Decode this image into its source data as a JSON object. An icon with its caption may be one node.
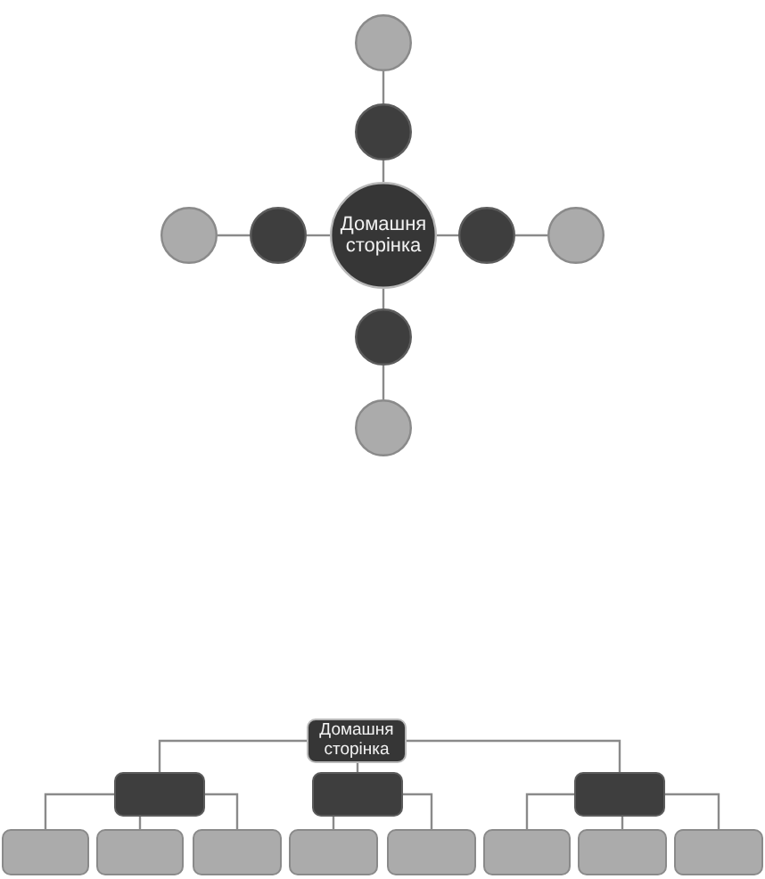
{
  "diagram": {
    "nodes": [
      {
        "text": [],
        "shape": "circle"
      },
      {
        "text": [],
        "shape": "circle"
      },
      {
        "text": [],
        "shape": "circle"
      },
      {
        "text": [],
        "shape": "circle"
      },
      {
        "text": [
          "Домашня сторінка"
        ]
      },
      {
        "text": [],
        "shape": "circle"
      },
      {
        "text": [],
        "shape": "circle"
      },
      {
        "text": [],
        "shape": "circle"
      },
      {
        "text": [],
        "shape": "circle"
      },
      {
        "text": [
          "Домашня сторінка"
        ]
      },
      {
        "text": [],
        "shape": "box"
      },
      {
        "text": [],
        "shape": "box"
      },
      {
        "text": [],
        "shape": "box"
      },
      {
        "text": [],
        "shape": "box"
      },
      {
        "text": [],
        "shape": "box"
      },
      {
        "text": [],
        "shape": "box"
      },
      {
        "text": [],
        "shape": "box"
      },
      {
        "text": [],
        "shape": "box"
      },
      {
        "text": [],
        "shape": "box"
      },
      {
        "text": [],
        "shape": "box"
      },
      {
        "text": [],
        "shape": "box"
      }
    ],
    "edges": [
      {
        "from": 4,
        "to": 1,
        "arrow": "none"
      },
      {
        "from": 1,
        "to": 0,
        "arrow": "none"
      },
      {
        "from": 4,
        "to": 3,
        "arrow": "none"
      },
      {
        "from": 3,
        "to": 2,
        "arrow": "none"
      },
      {
        "from": 4,
        "to": 5,
        "arrow": "none"
      },
      {
        "from": 5,
        "to": 6,
        "arrow": "none"
      },
      {
        "from": 4,
        "to": 7,
        "arrow": "none"
      },
      {
        "from": 7,
        "to": 8,
        "arrow": "none"
      },
      {
        "from": 9,
        "to": 10,
        "arrow": "none"
      },
      {
        "from": 9,
        "to": 11,
        "arrow": "none"
      },
      {
        "from": 9,
        "to": 12,
        "arrow": "none"
      },
      {
        "from": 10,
        "to": 13,
        "arrow": "none"
      },
      {
        "from": 10,
        "to": 14,
        "arrow": "none"
      },
      {
        "from": 10,
        "to": 15,
        "arrow": "none"
      },
      {
        "from": 11,
        "to": 16,
        "arrow": "none"
      },
      {
        "from": 11,
        "to": 17,
        "arrow": "none"
      },
      {
        "from": 12,
        "to": 18,
        "arrow": "none"
      },
      {
        "from": 12,
        "to": 19,
        "arrow": "none"
      },
      {
        "from": 12,
        "to": 20,
        "arrow": "none"
      }
    ]
  }
}
